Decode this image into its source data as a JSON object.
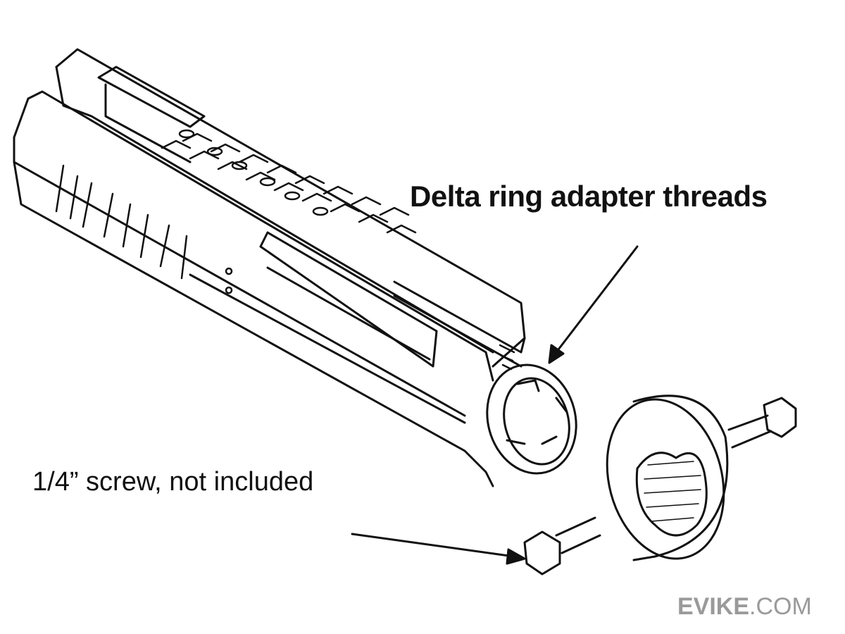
{
  "labels": {
    "delta_ring": "Delta ring adapter threads",
    "screw": "1/4” screw, not included"
  },
  "watermark": {
    "brand": "EVIKE",
    "suffix": ".COM"
  },
  "colors": {
    "line": "#111111",
    "watermark": "#9a9a9a"
  }
}
